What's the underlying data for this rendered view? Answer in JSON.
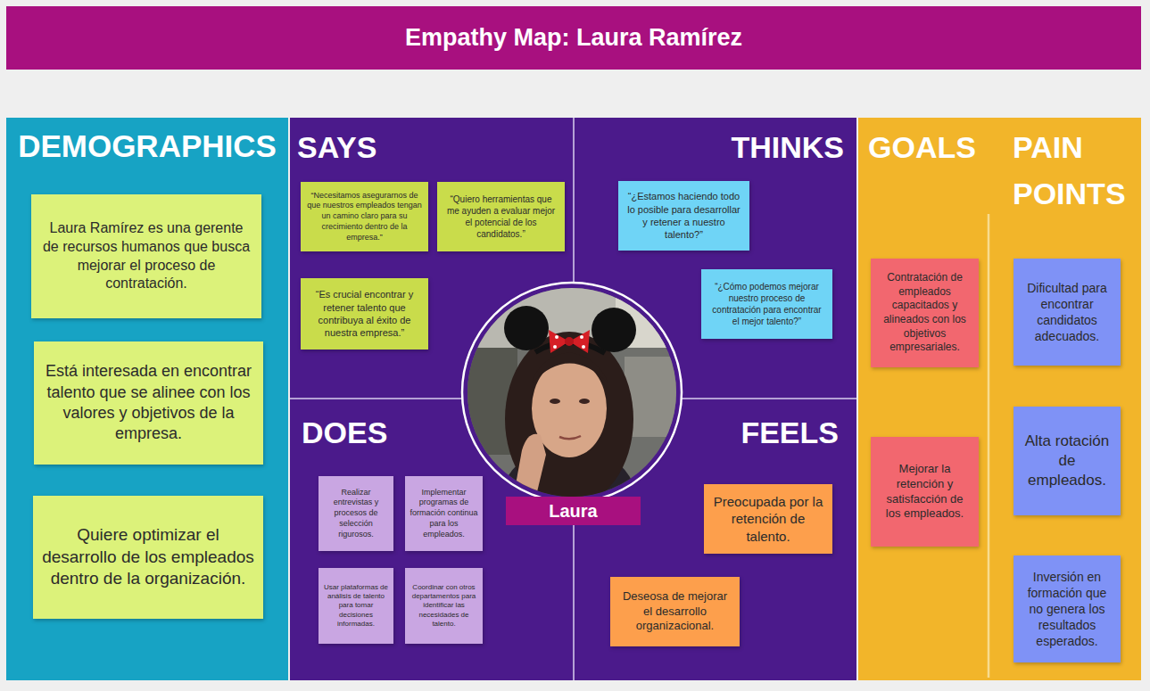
{
  "diagram": {
    "title": "Empathy Map: Laura Ramírez",
    "nodes": [
      {
        "text": [
          "DEMOGRAPHICS"
        ]
      },
      {
        "text": [
          "Laura Ramírez es una gerente de recursos humanos que busca mejorar el proceso de contratación."
        ],
        "in": 0
      },
      {
        "text": [
          "Está interesada en encontrar talento que se alinee con los valores y objetivos de la empresa."
        ],
        "in": 0
      },
      {
        "text": [
          "Quiere optimizar el desarrollo de los empleados dentro de la organización."
        ],
        "in": 0
      },
      {
        "text": [
          "SAYS"
        ]
      },
      {
        "text": [
          "“Necesitamos asegurarnos de que nuestros empleados tengan un camino claro para su crecimiento dentro de la empresa.”"
        ],
        "in": 4
      },
      {
        "text": [
          "“Quiero herramientas que me ayuden a evaluar mejor el potencial de los candidatos.”"
        ],
        "in": 4
      },
      {
        "text": [
          "“Es crucial encontrar y retener talento que contribuya al éxito de nuestra empresa.”"
        ],
        "in": 4
      },
      {
        "text": [
          "THINKS"
        ]
      },
      {
        "text": [
          "“¿Estamos haciendo todo lo posible para desarrollar y retener a nuestro talento?”"
        ],
        "in": 8
      },
      {
        "text": [
          "“¿Cómo podemos mejorar nuestro proceso de contratación para encontrar el mejor talento?”"
        ],
        "in": 8
      },
      {
        "text": [
          "DOES"
        ]
      },
      {
        "text": [
          "Realizar entrevistas y procesos de selección rigurosos."
        ],
        "in": 11
      },
      {
        "text": [
          "Implementar programas de formación continua para los empleados."
        ],
        "in": 11
      },
      {
        "text": [
          "Usar plataformas de análisis de talento para tomar decisiones informadas."
        ],
        "in": 11
      },
      {
        "text": [
          "Coordinar con otros departamentos para identificar las necesidades de talento."
        ],
        "in": 11
      },
      {
        "text": [
          "FEELS"
        ]
      },
      {
        "text": [
          "Preocupada por la retención de talento."
        ],
        "in": 16
      },
      {
        "text": [
          "Deseosa de mejorar el desarrollo organizacional."
        ],
        "in": 16
      },
      {
        "text": [
          "Laura"
        ]
      },
      {
        "text": [
          "GOALS"
        ]
      },
      {
        "text": [
          "Contratación de empleados capacitados y alineados con los objetivos empresariales."
        ],
        "in": 20
      },
      {
        "text": [
          "Mejorar la retención y satisfacción de los empleados."
        ],
        "in": 20
      },
      {
        "text": [
          "PAIN POINTS"
        ]
      },
      {
        "text": [
          "Dificultad para encontrar candidatos adecuados."
        ],
        "in": 23
      },
      {
        "text": [
          "Alta rotación de empleados."
        ],
        "in": 23
      },
      {
        "text": [
          "Inversión en formación que no genera los resultados esperados."
        ],
        "in": 23
      }
    ]
  }
}
